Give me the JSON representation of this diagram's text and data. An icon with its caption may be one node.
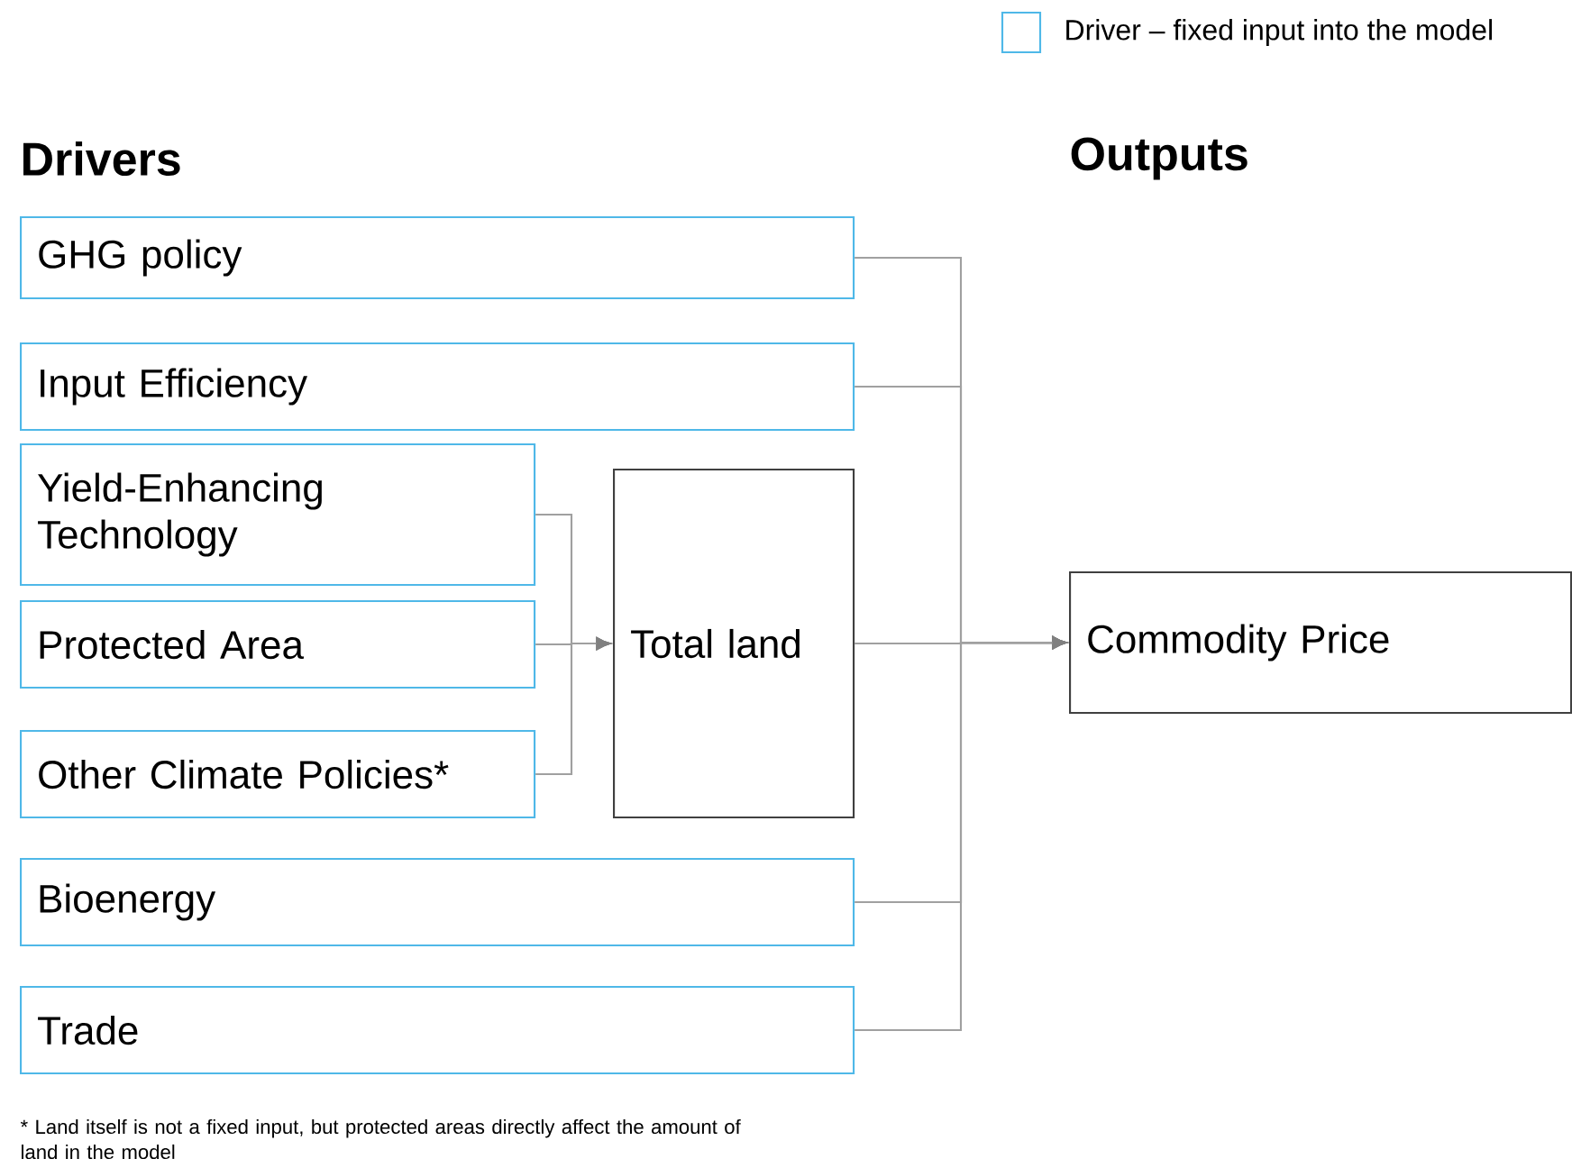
{
  "diagram": {
    "nodes": [
      {
        "text": [
          "GHG policy"
        ]
      },
      {
        "text": [
          "Input Efficiency"
        ]
      },
      {
        "text": [
          "Yield-Enhancing Technology"
        ]
      },
      {
        "text": [
          "Protected Area"
        ]
      },
      {
        "text": [
          "Other Climate Policies*"
        ]
      },
      {
        "text": [
          "Total land"
        ]
      },
      {
        "text": [
          "Bioenergy"
        ]
      },
      {
        "text": [
          "Trade"
        ]
      },
      {
        "text": [
          "Commodity Price"
        ]
      }
    ],
    "edges": [
      {
        "from": 2,
        "to": 5,
        "arrow": "to"
      },
      {
        "from": 3,
        "to": 5,
        "arrow": "to"
      },
      {
        "from": 4,
        "to": 5,
        "arrow": "to"
      },
      {
        "from": 0,
        "to": 8,
        "arrow": "to"
      },
      {
        "from": 1,
        "to": 8,
        "arrow": "to"
      },
      {
        "from": 5,
        "to": 8,
        "arrow": "to"
      },
      {
        "from": 6,
        "to": 8,
        "arrow": "to"
      },
      {
        "from": 7,
        "to": 8,
        "arrow": "to"
      }
    ],
    "labels": [
      "Drivers",
      "Outputs",
      "* Land itself is not a fixed input, but protected areas directly affect the amount of land in the model"
    ],
    "legend": [
      {
        "text": "Driver – fixed input into the model"
      }
    ]
  }
}
